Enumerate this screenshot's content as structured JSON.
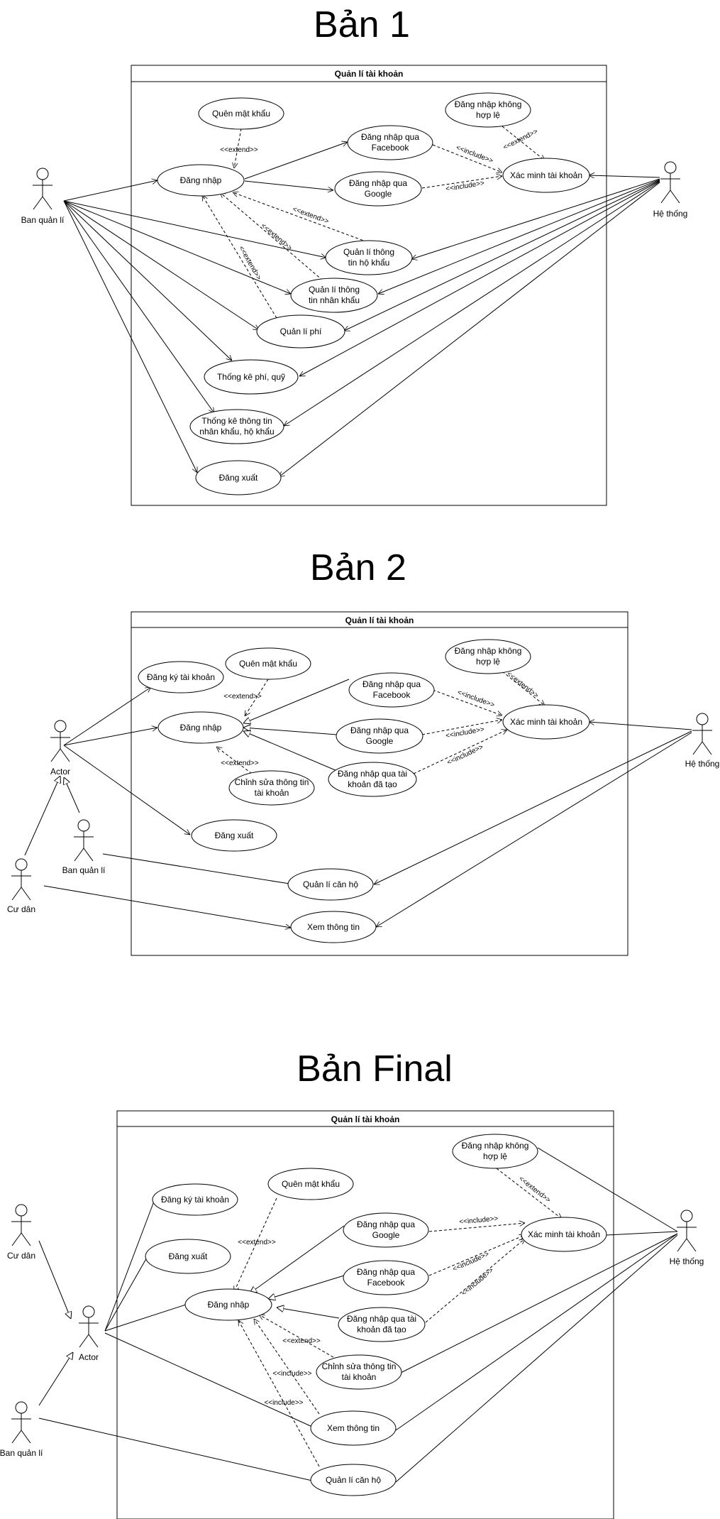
{
  "diagrams": [
    {
      "title": "Bản 1",
      "system": "Quản lí tài khoản",
      "actors": {
        "manager": "Ban quản lí",
        "system": "Hệ thống"
      },
      "usecases": {
        "forgot": "Quên mật khẩu",
        "login": "Đăng nhập",
        "fb": [
          "Đăng nhập qua",
          "Facebook"
        ],
        "gg": [
          "Đăng nhập qua",
          "Google"
        ],
        "invalid": [
          "Đăng nhập không",
          "hợp lệ"
        ],
        "verify": "Xác minh tài khoản",
        "household": [
          "Quản lí thông",
          "tin hộ khẩu"
        ],
        "resident": [
          "Quản lí thông",
          "tin nhân khẩu"
        ],
        "fee": "Quản lí phí",
        "stats_fee": "Thống kê phí, quỹ",
        "stats_info": [
          "Thống kê thông tin",
          "nhân khẩu, hộ khẩu"
        ],
        "logout": "Đăng xuất"
      }
    },
    {
      "title": "Bản 2",
      "system": "Quản lí tài khoản",
      "actors": {
        "actor": "Actor",
        "manager": "Ban quản lí",
        "resident": "Cư dân",
        "system": "Hệ thống"
      },
      "usecases": {
        "register": "Đăng ký tài khoản",
        "forgot": "Quên mật khẩu",
        "login": "Đăng nhập",
        "fb": [
          "Đăng nhập qua",
          "Facebook"
        ],
        "gg": [
          "Đăng nhập qua",
          "Google"
        ],
        "created": [
          "Đăng nhập qua tài",
          "khoản đã tạo"
        ],
        "invalid": [
          "Đăng nhập không",
          "hợp lệ"
        ],
        "verify": "Xác minh tài khoản",
        "edit": [
          "Chỉnh sửa thông tin",
          "tài khoản"
        ],
        "logout": "Đăng xuất",
        "apartment": "Quản lí căn hộ",
        "view": "Xem thông tin"
      }
    },
    {
      "title": "Bản Final",
      "system": "Quản lí tài khoản",
      "actors": {
        "resident": "Cư dân",
        "actor": "Actor",
        "manager": "Ban quản lí",
        "system": "Hệ thống"
      },
      "usecases": {
        "invalid": [
          "Đăng nhập không",
          "hợp lệ"
        ],
        "register": "Đăng ký tài khoản",
        "forgot": "Quên mật khẩu",
        "gg": [
          "Đăng nhập qua",
          "Google"
        ],
        "verify": "Xác minh tài khoản",
        "logout": "Đăng xuất",
        "fb": [
          "Đăng nhập qua",
          "Facebook"
        ],
        "login": "Đăng nhập",
        "created": [
          "Đăng nhập qua tài",
          "khoản đã tạo"
        ],
        "edit": [
          "Chỉnh sửa thông tin",
          "tài khoản"
        ],
        "view": "Xem thông tin",
        "apartment": "Quản lí căn hộ"
      }
    }
  ],
  "stereotypes": {
    "extend": "<<extend>>",
    "include": "<<include>>"
  }
}
